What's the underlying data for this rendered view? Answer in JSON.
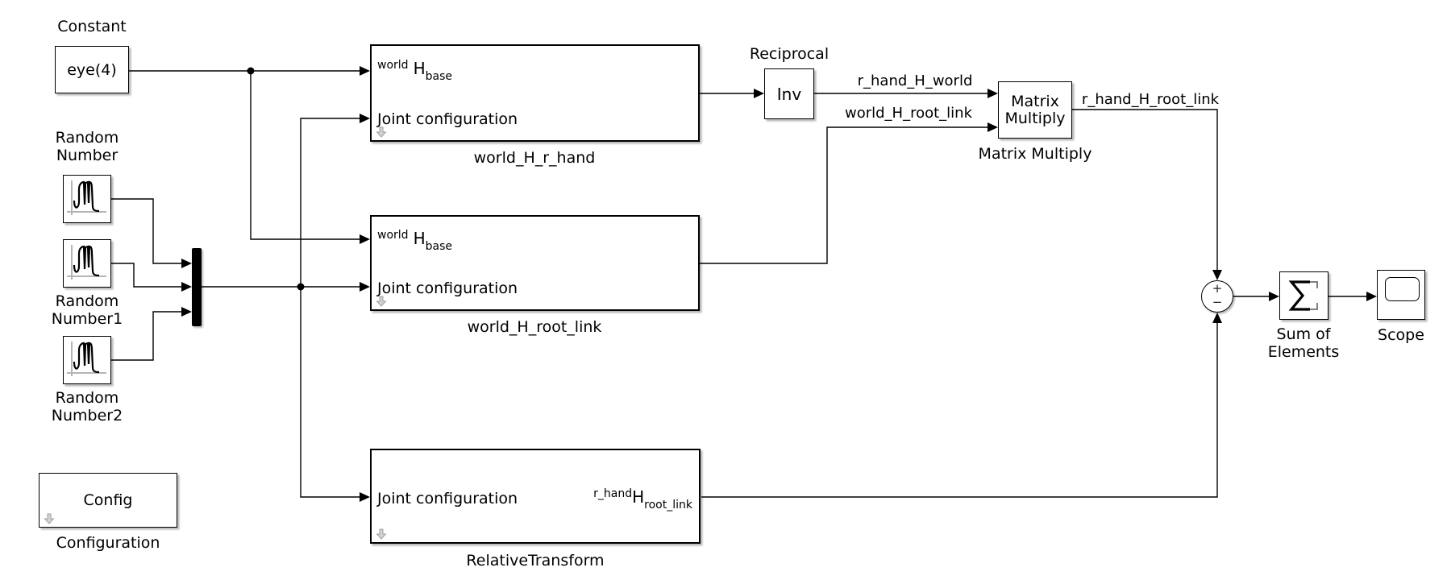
{
  "blocks": {
    "constant": {
      "name": "Constant",
      "value": "eye(4)"
    },
    "random_number": {
      "line1": "Random",
      "line2": "Number"
    },
    "random_number1": {
      "line1": "Random",
      "line2": "Number1"
    },
    "random_number2": {
      "line1": "Random",
      "line2": "Number2"
    },
    "world_H_r_hand": {
      "name": "world_H_r_hand",
      "port_base_pre": "world",
      "port_base_main": "H",
      "port_base_sub": "base",
      "port_joint": "Joint configuration"
    },
    "world_H_root_link": {
      "name": "world_H_root_link",
      "port_base_pre": "world",
      "port_base_main": "H",
      "port_base_sub": "base",
      "port_joint": "Joint configuration"
    },
    "relative_transform": {
      "name": "RelativeTransform",
      "port_joint": "Joint configuration",
      "out_pre": "r_hand",
      "out_main": "H",
      "out_sub": "root_link"
    },
    "reciprocal": {
      "name": "Reciprocal",
      "value": "Inv"
    },
    "matrix_multiply": {
      "name": "Matrix Multiply",
      "line1": "Matrix",
      "line2": "Multiply"
    },
    "sum": {
      "plus": "+",
      "minus": "−"
    },
    "sum_of_elements": {
      "line1": "Sum of",
      "line2": "Elements"
    },
    "scope": {
      "name": "Scope"
    },
    "config": {
      "name": "Configuration",
      "value": "Config"
    }
  },
  "signals": {
    "r_hand_H_world": "r_hand_H_world",
    "world_H_root_link": "world_H_root_link",
    "r_hand_H_root_link": "r_hand_H_root_link"
  },
  "colors": {
    "wire": "#000000",
    "link_badge": "#cccccc",
    "icon_axis": "#b5b5b5"
  }
}
